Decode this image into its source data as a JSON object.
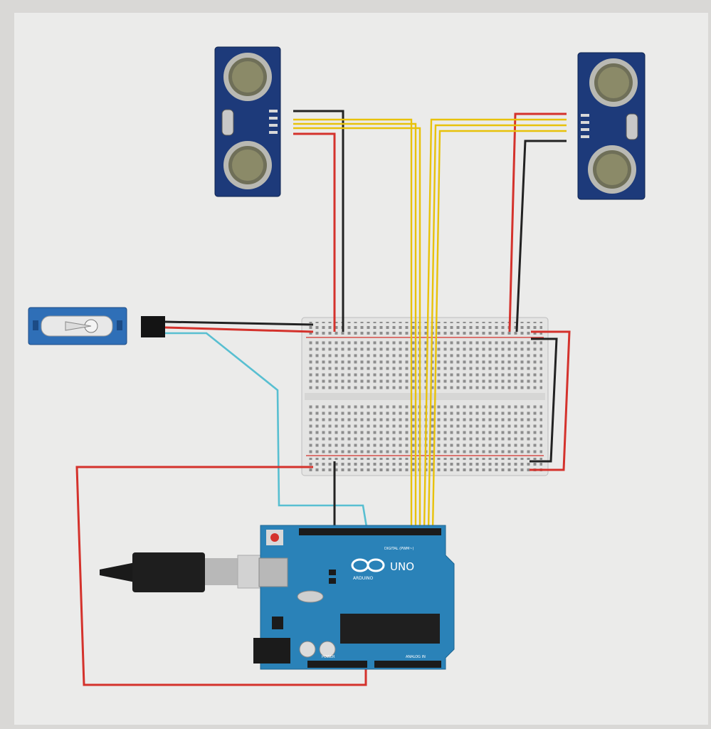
{
  "arduino": {
    "logo_text": "UNO",
    "brand_text": "ARDUINO",
    "digital_header_text": "DIGITAL (PWM~)",
    "power_header_text": "POWER",
    "analog_header_text": "ANALOG IN"
  },
  "components": {
    "sensor_left_icon": "ultrasonic-sensor-icon",
    "sensor_right_icon": "ultrasonic-sensor-icon",
    "servo_icon": "servo-motor-icon",
    "usb_icon": "usb-cable-icon"
  },
  "colors": {
    "background": "#d9d8d6",
    "canvas": "#ebebea",
    "wire_red": "#d4322c",
    "wire_black": "#222222",
    "wire_yellow": "#e8c20a",
    "wire_cyan": "#58bfd1",
    "arduino_blue": "#2a82b8",
    "sensor_blue": "#1d3a7a",
    "servo_blue": "#2f6fb7"
  }
}
